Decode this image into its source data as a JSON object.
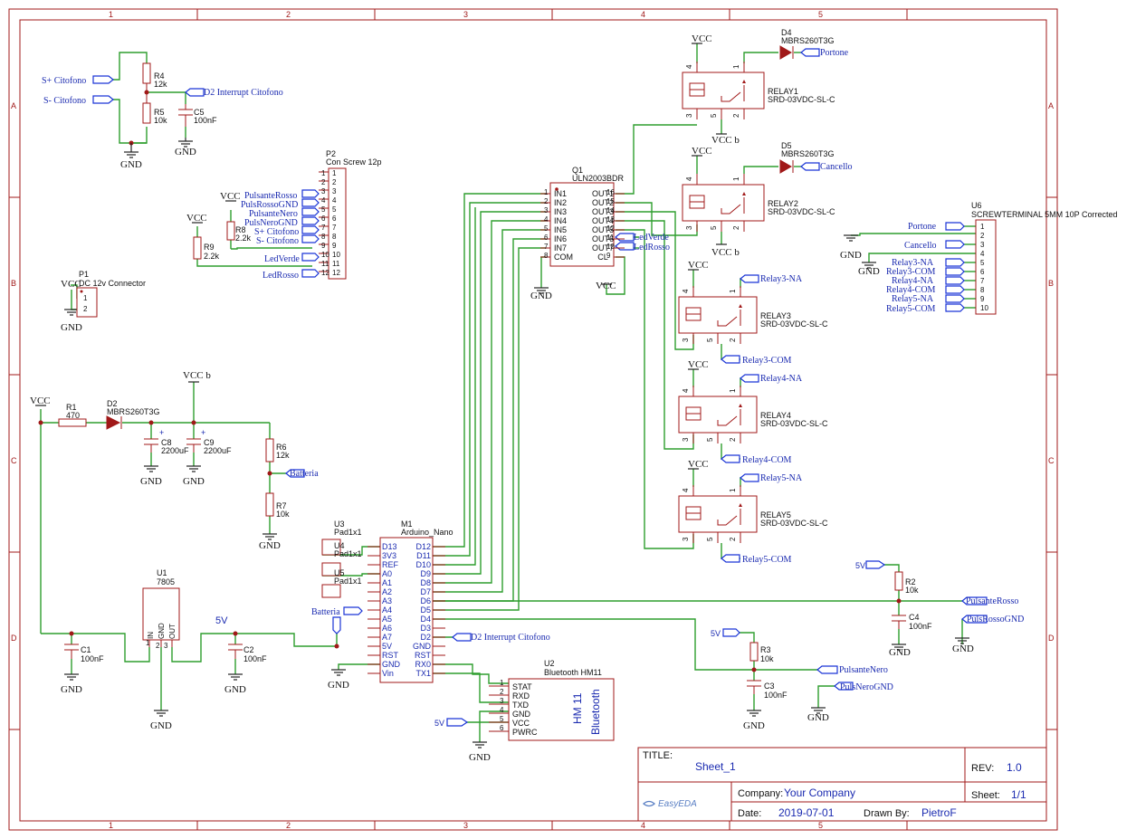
{
  "frame": {
    "columns": [
      "1",
      "2",
      "3",
      "4",
      "5"
    ],
    "rows": [
      "A",
      "B",
      "C",
      "D"
    ]
  },
  "power": {
    "vcc": "VCC",
    "vccb": "VCC b",
    "v5": "5V",
    "gnd": "GND"
  },
  "components": {
    "R4": {
      "ref": "R4",
      "value": "12k"
    },
    "R5": {
      "ref": "R5",
      "value": "10k"
    },
    "C5": {
      "ref": "C5",
      "value": "100nF"
    },
    "R8": {
      "ref": "R8",
      "value": "2.2k"
    },
    "R9": {
      "ref": "R9",
      "value": "2.2k"
    },
    "P2": {
      "ref": "P2",
      "value": "Con Screw 12p",
      "pins": [
        "1",
        "2",
        "3",
        "4",
        "5",
        "6",
        "7",
        "8",
        "9",
        "10",
        "11",
        "12"
      ]
    },
    "P1": {
      "ref": "P1",
      "value": "DC 12v Connector",
      "pins": [
        "1",
        "2"
      ]
    },
    "R1": {
      "ref": "R1",
      "value": "470"
    },
    "D2": {
      "ref": "D2",
      "value": "MBRS260T3G"
    },
    "C8": {
      "ref": "C8",
      "value": "2200uF"
    },
    "C9": {
      "ref": "C9",
      "value": "2200uF"
    },
    "R6": {
      "ref": "R6",
      "value": "12k"
    },
    "R7": {
      "ref": "R7",
      "value": "10k"
    },
    "U1": {
      "ref": "U1",
      "value": "7805",
      "pins": [
        "IN",
        "GND",
        "OUT"
      ],
      "pin_nums": [
        "1",
        "2",
        "3"
      ]
    },
    "C1": {
      "ref": "C1",
      "value": "100nF"
    },
    "C2": {
      "ref": "C2",
      "value": "100nF"
    },
    "U3": {
      "ref": "U3",
      "value": "Pad1x1"
    },
    "U4": {
      "ref": "U4",
      "value": "Pad1x1"
    },
    "U5": {
      "ref": "U5",
      "value": "Pad1x1"
    },
    "M1": {
      "ref": "M1",
      "value": "Arduino_Nano",
      "left": [
        "D13",
        "3V3",
        "REF",
        "A0",
        "A1",
        "A2",
        "A3",
        "A4",
        "A5",
        "A6",
        "A7",
        "5V",
        "RST",
        "GND",
        "Vin"
      ],
      "right": [
        "D12",
        "D11",
        "D10",
        "D9",
        "D8",
        "D7",
        "D6",
        "D5",
        "D4",
        "D3",
        "D2",
        "GND",
        "RST",
        "RX0",
        "TX1"
      ]
    },
    "Q1": {
      "ref": "Q1",
      "value": "ULN2003BDR",
      "left": [
        "IN1",
        "IN2",
        "IN3",
        "IN4",
        "IN5",
        "IN6",
        "IN7",
        "COM"
      ],
      "left_nums": [
        "1",
        "2",
        "3",
        "4",
        "5",
        "6",
        "7",
        "8"
      ],
      "right": [
        "OUT1",
        "OUT2",
        "OUT3",
        "OUT4",
        "OUT5",
        "OUT6",
        "OUT7",
        "CL"
      ],
      "right_nums": [
        "16",
        "15",
        "14",
        "13",
        "12",
        "11",
        "10",
        "9"
      ]
    },
    "U2": {
      "ref": "U2",
      "value": "Bluetooth HM11",
      "pins": [
        "STAT",
        "RXD",
        "TXD",
        "GND",
        "VCC",
        "PWRC"
      ],
      "pin_nums": [
        "1",
        "2",
        "3",
        "4",
        "5",
        "6"
      ],
      "body1": "HM 11",
      "body2": "Bluetooth"
    },
    "D4a": {
      "ref": "D4",
      "value": "MBRS260T3G"
    },
    "D5": {
      "ref": "D5",
      "value": "MBRS260T3G"
    },
    "RELAY1": {
      "ref": "RELAY1",
      "value": "SRD-03VDC-SL-C"
    },
    "RELAY2": {
      "ref": "RELAY2",
      "value": "SRD-03VDC-SL-C"
    },
    "RELAY3": {
      "ref": "RELAY3",
      "value": "SRD-03VDC-SL-C"
    },
    "RELAY4": {
      "ref": "RELAY4",
      "value": "SRD-03VDC-SL-C"
    },
    "RELAY5": {
      "ref": "RELAY5",
      "value": "SRD-03VDC-SL-C"
    },
    "U6": {
      "ref": "U6",
      "value": "SCREWTERMINAL 5MM 10P Corrected",
      "pins": [
        "1",
        "2",
        "3",
        "4",
        "5",
        "6",
        "7",
        "8",
        "9",
        "10"
      ]
    },
    "R2": {
      "ref": "R2",
      "value": "10k"
    },
    "C4": {
      "ref": "C4",
      "value": "100nF"
    },
    "R3": {
      "ref": "R3",
      "value": "10k"
    },
    "C3": {
      "ref": "C3",
      "value": "100nF"
    }
  },
  "relay_pins": {
    "p1": "1",
    "p2": "2",
    "p3": "3",
    "p4": "4",
    "p5": "5"
  },
  "nets": {
    "s_plus": "S+ Citofono",
    "s_minus": "S- Citofono",
    "d2_int": "D2 Interrupt Citofono",
    "pulsante_rosso": "PulsanteRosso",
    "puls_rosso_gnd": "PulsRossoGND",
    "pulsante_nero": "PulsanteNero",
    "puls_nero_gnd": "PulsNeroGND",
    "led_verde": "LedVerde",
    "led_rosso": "LedRosso",
    "batteria": "Batteria",
    "portone": "Portone",
    "cancello": "Cancello",
    "relay3_na": "Relay3-NA",
    "relay3_com": "Relay3-COM",
    "relay4_na": "Relay4-NA",
    "relay4_com": "Relay4-COM",
    "relay5_na": "Relay5-NA",
    "relay5_com": "Relay5-COM"
  },
  "title_block": {
    "title_label": "TITLE:",
    "title": "Sheet_1",
    "rev_label": "REV:",
    "rev": "1.0",
    "company_label": "Company:",
    "company": "Your Company",
    "sheet_label": "Sheet:",
    "sheet": "1/1",
    "date_label": "Date:",
    "date": "2019-07-01",
    "drawn_label": "Drawn By:",
    "drawn": "PietroF",
    "logo": "EasyEDA"
  }
}
